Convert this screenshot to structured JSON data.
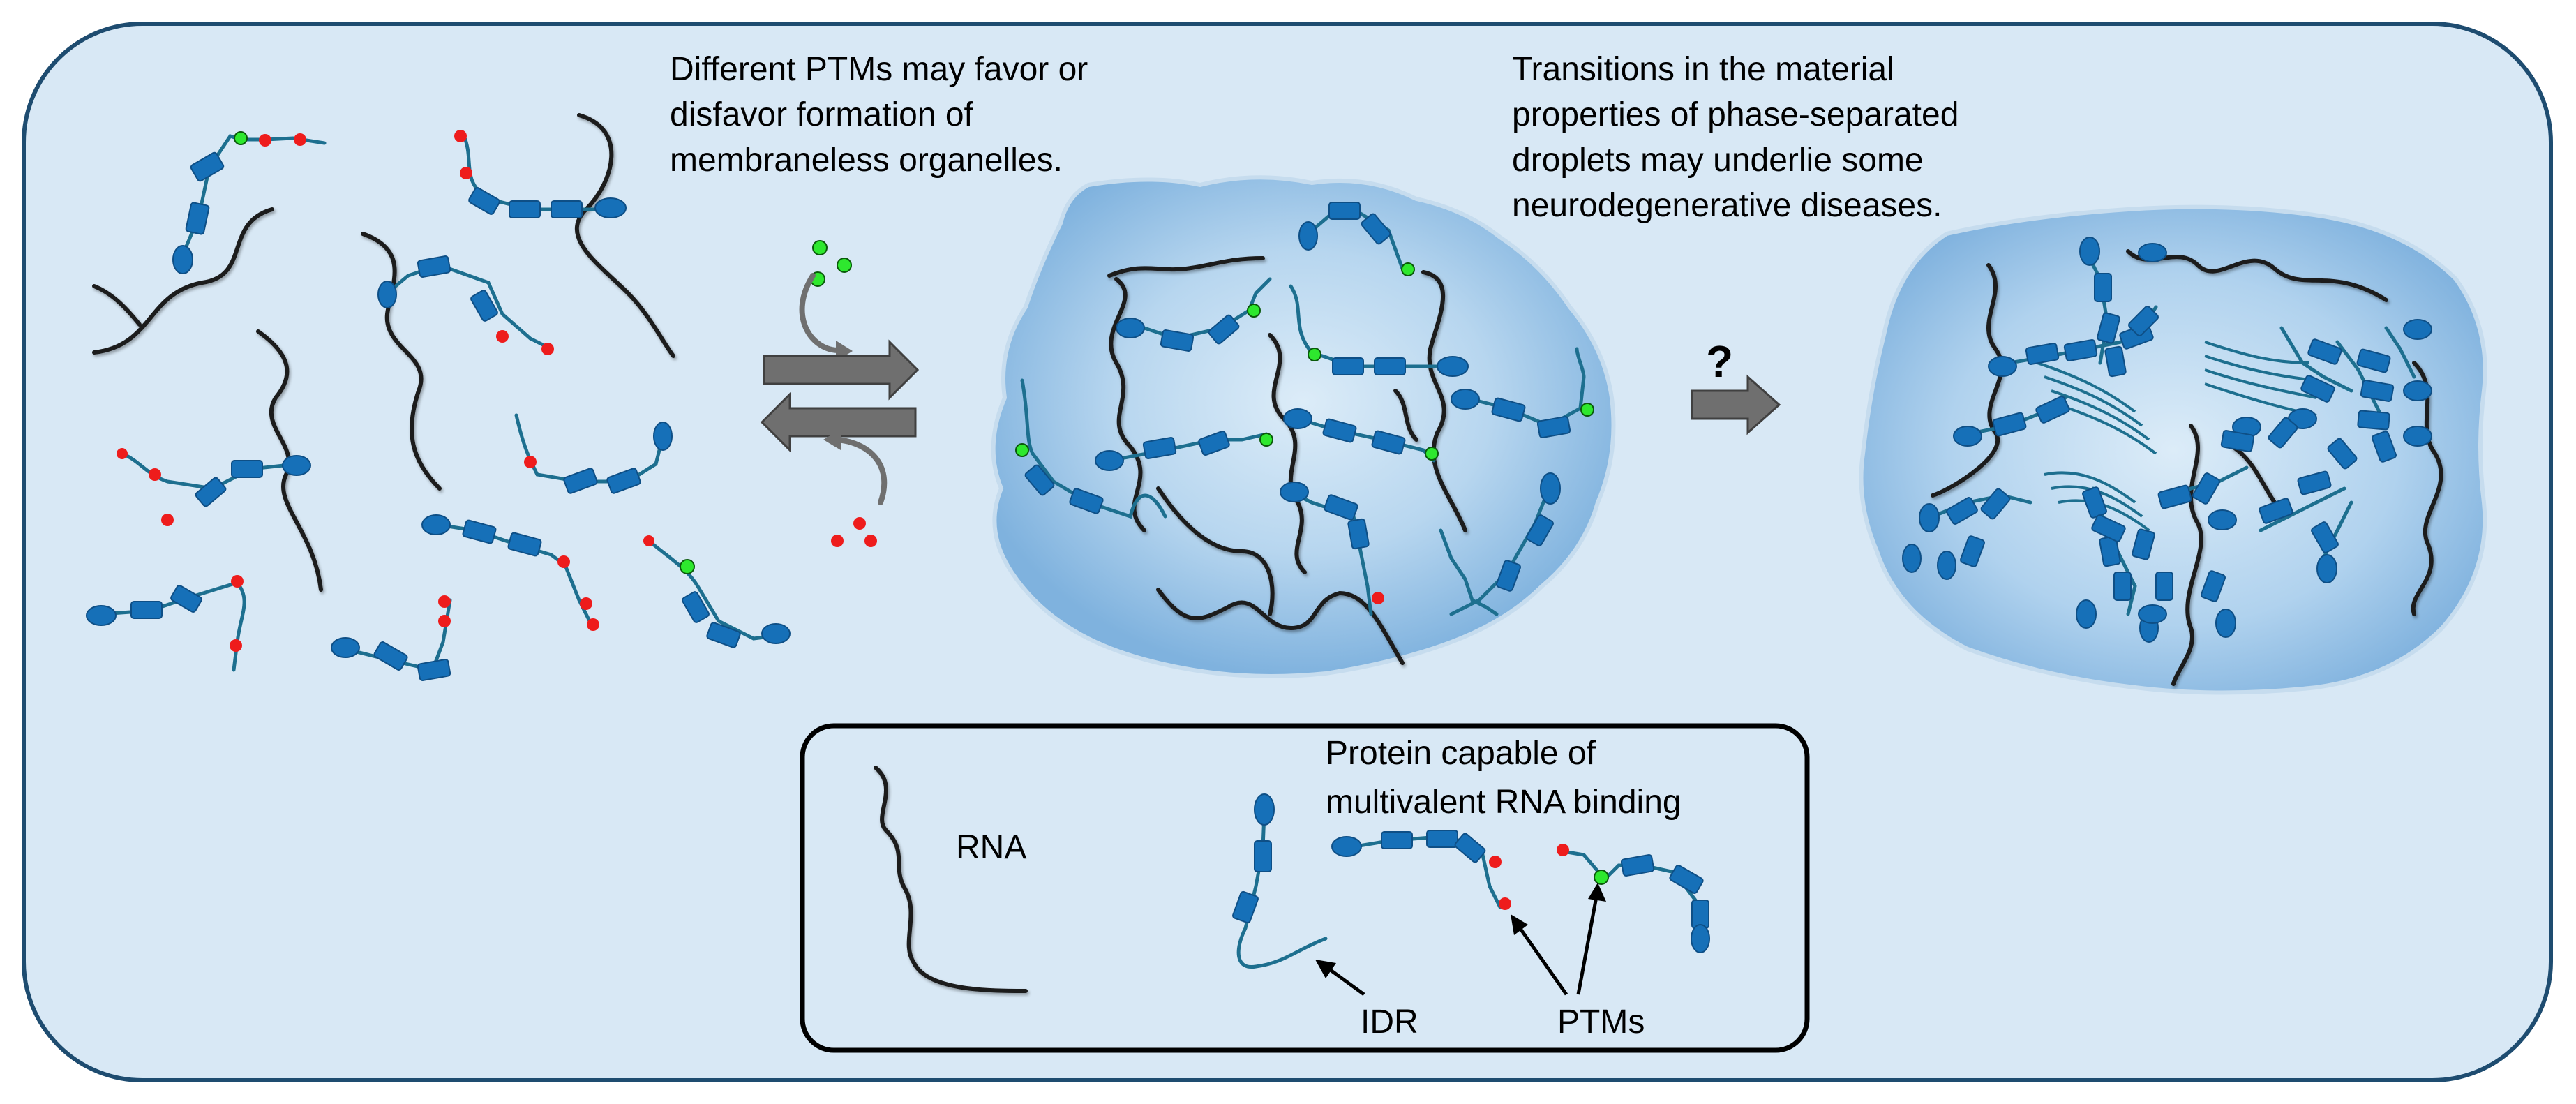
{
  "text": {
    "ptm_note": [
      "Different PTMs may favor or",
      "disfavor formation of",
      "membraneless organelles."
    ],
    "transition_note": [
      "Transitions in the material",
      "properties of phase-separated",
      "droplets may underlie some",
      "neurodegenerative diseases."
    ],
    "question_mark": "?"
  },
  "legend": {
    "rna_label": "RNA",
    "protein_label": [
      "Protein capable of",
      "multivalent RNA binding"
    ],
    "idr_label": "IDR",
    "ptms_label": "PTMs"
  },
  "colors": {
    "panel_fill": "#d8e8f5",
    "panel_border": "#1e4c70",
    "protein": "#1670b8",
    "linker": "#1d6f8f",
    "rna": "#1a1a1a",
    "ptm_red": "#ee1c1c",
    "ptm_green": "#2ee82e",
    "arrow_gray": "#6f6f6f",
    "droplet_blue": "#a8ccea"
  }
}
